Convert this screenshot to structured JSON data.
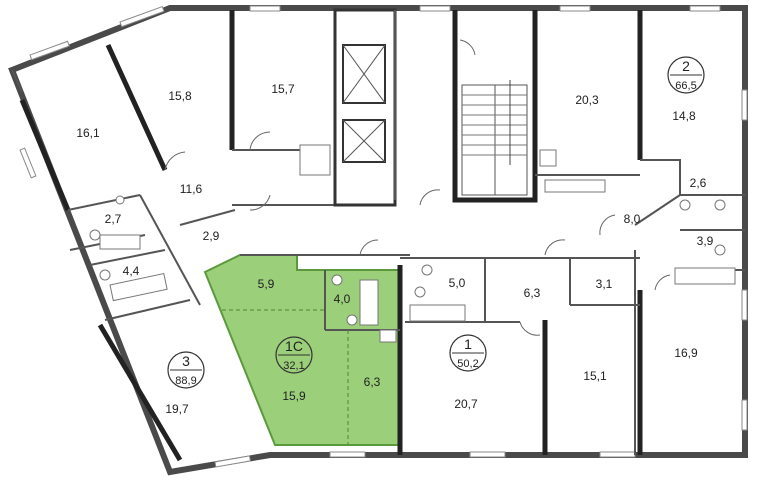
{
  "colors": {
    "highlight_fill": "#9bcf7a",
    "highlight_stroke": "#5a9a3c",
    "wall": "#4a4a4a",
    "background": "#ffffff"
  },
  "apartments": [
    {
      "id": "3",
      "area": "88,9"
    },
    {
      "id": "1C",
      "area": "32,1"
    },
    {
      "id": "1",
      "area": "50,2"
    },
    {
      "id": "2",
      "area": "66,5"
    }
  ],
  "rooms": [
    "16,1",
    "15,8",
    "15,7",
    "11,6",
    "2,7",
    "4,4",
    "2,9",
    "19,7",
    "5,9",
    "4,0",
    "15,9",
    "6,3",
    "5,0",
    "6,3",
    "3,1",
    "20,7",
    "15,1",
    "20,3",
    "14,8",
    "2,6",
    "8,0",
    "3,9",
    "16,9"
  ]
}
